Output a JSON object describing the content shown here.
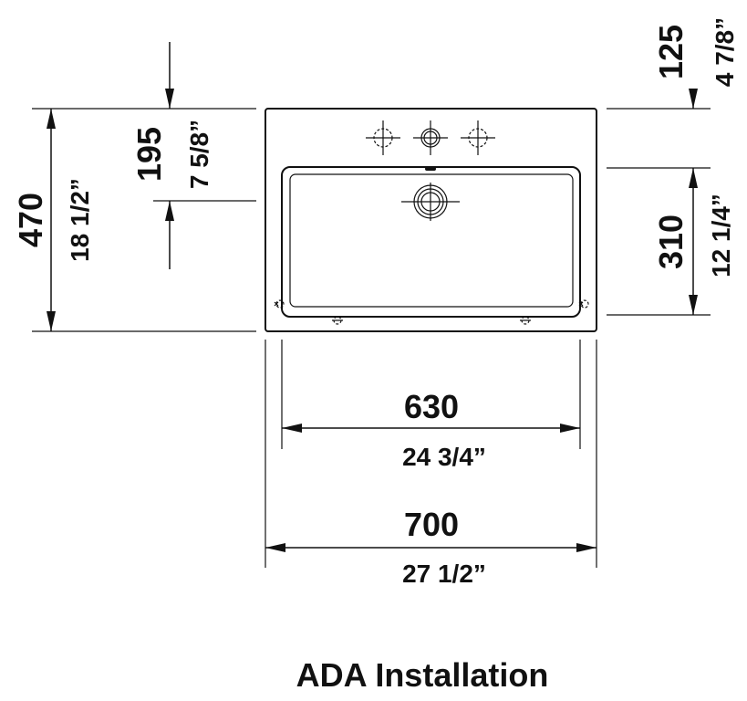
{
  "dimensions": {
    "width_overall_mm": "700",
    "width_overall_in": "27 1/2”",
    "width_basin_mm": "630",
    "width_basin_in": "24 3/4”",
    "depth_overall_mm": "470",
    "depth_overall_in": "18 1/2”",
    "tap_hole_offset_mm": "195",
    "tap_hole_offset_in": "7 5/8”",
    "rim_to_basin_mm": "125",
    "rim_to_basin_in": "4 7/8”",
    "basin_depth_mm": "310",
    "basin_depth_in": "12 1/4”"
  },
  "caption": "ADA Installation",
  "icons": {
    "tap_hole": "tap-hole-icon",
    "tap_hole_optional": "optional-tap-hole-icon",
    "drain": "drain-icon",
    "overflow": "overflow-icon",
    "fixing_point": "fixing-point-icon"
  }
}
